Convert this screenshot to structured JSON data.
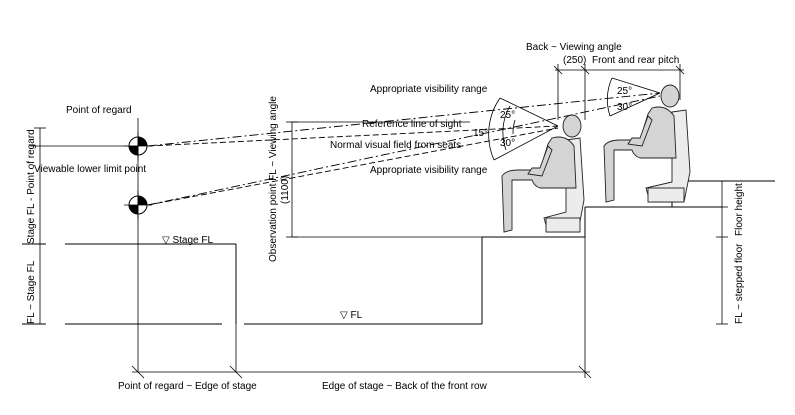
{
  "labels": {
    "point_of_regard": "Point of regard",
    "viewable_lower_limit": "Viewable lower limit point",
    "stage_fl_marker": "Stage FL",
    "fl_marker": "FL",
    "stage_fl_to_point": "Stage FL - Point of regard",
    "fl_to_stage_fl": "FL ~ Stage FL",
    "observation_point": "Observation point FL ~ Viewing angle",
    "observation_value": "(1100)",
    "appropriate_upper": "Appropriate visibility range",
    "reference_line": "Reference line of sight",
    "normal_field": "Normal visual field from seats",
    "appropriate_lower": "Appropriate visibility range",
    "angle_upper": "25°",
    "angle_mid": "15°",
    "angle_lower": "30°",
    "back_viewing": "Back ~ Viewing angle",
    "back_viewing_value": "(250)",
    "front_rear_pitch": "Front and rear pitch",
    "rear_angle_upper": "25°",
    "rear_angle_lower": "30°",
    "floor_height": "Floor height",
    "stepped_floor": "FL ~ stepped floor",
    "regard_to_stage_edge": "Point of regard ~ Edge of stage",
    "stage_edge_to_front_row": "Edge of stage ~ Back of the front row"
  }
}
